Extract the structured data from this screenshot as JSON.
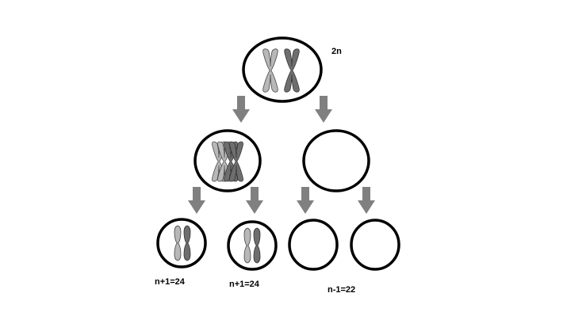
{
  "labels": {
    "parent_ploidy": "2n",
    "gamete_left_a": "n+1=24",
    "gamete_left_b": "n+1=24",
    "gamete_right": "n-1=22"
  },
  "cells": [
    {
      "id": "parent-cell",
      "chromosomes": "replicated-pair"
    },
    {
      "id": "daughter-cell-left",
      "chromosomes": "two-replicated-pairs"
    },
    {
      "id": "daughter-cell-right",
      "chromosomes": "none"
    },
    {
      "id": "gamete-1",
      "chromosomes": "two-single"
    },
    {
      "id": "gamete-2",
      "chromosomes": "two-single"
    },
    {
      "id": "gamete-3",
      "chromosomes": "none"
    },
    {
      "id": "gamete-4",
      "chromosomes": "none"
    }
  ],
  "colors": {
    "arrow": "#808080",
    "chromosome_light": "#b8b8b8",
    "chromosome_dark": "#6e6e6e",
    "outline": "#000000"
  }
}
